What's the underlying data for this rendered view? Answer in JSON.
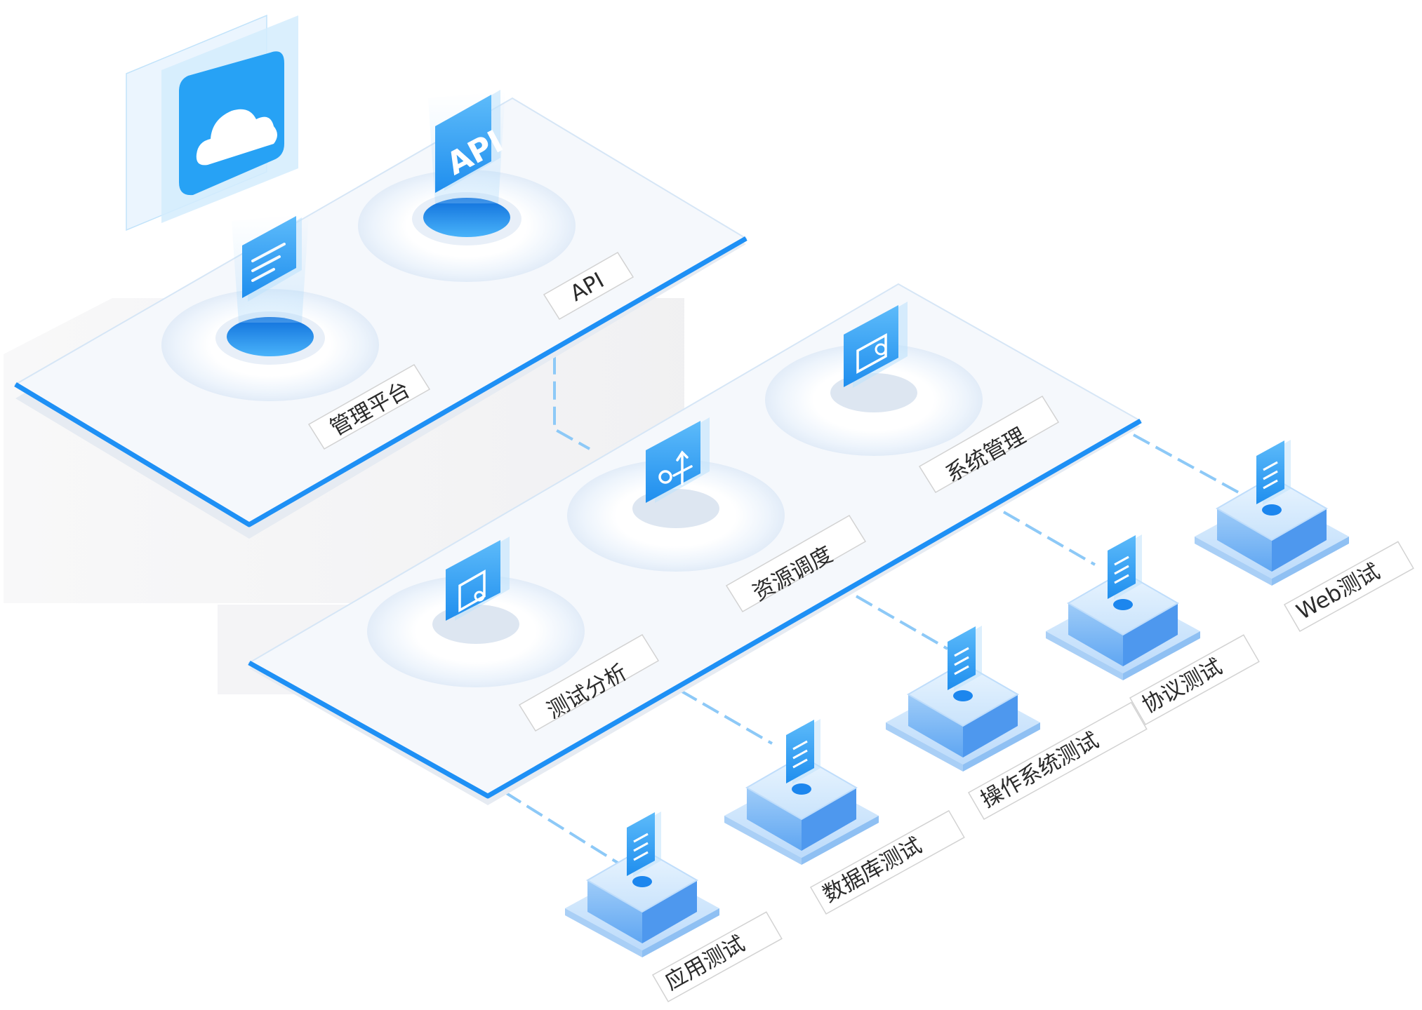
{
  "top_platform": {
    "labels": {
      "management": "管理平台",
      "api": "API"
    },
    "api_card_text": "API"
  },
  "middle_platform": {
    "labels": {
      "test_analysis": "测试分析",
      "resource_scheduling": "资源调度",
      "system_management": "系统管理"
    }
  },
  "test_nodes": [
    {
      "label": "应用测试",
      "icon": "document-stack-icon"
    },
    {
      "label": "数据库测试",
      "icon": "database-list-icon"
    },
    {
      "label": "操作系统测试",
      "icon": "window-icon"
    },
    {
      "label": "协议测试",
      "icon": "protocol-blocks-icon"
    },
    {
      "label": "Web测试",
      "icon": "globe-icon"
    }
  ],
  "colors": {
    "accent": "#1E90F5",
    "platform_fill": "#F4F8FD",
    "card": "#38A7F7",
    "cloud_bg": "#2AA4F4"
  }
}
